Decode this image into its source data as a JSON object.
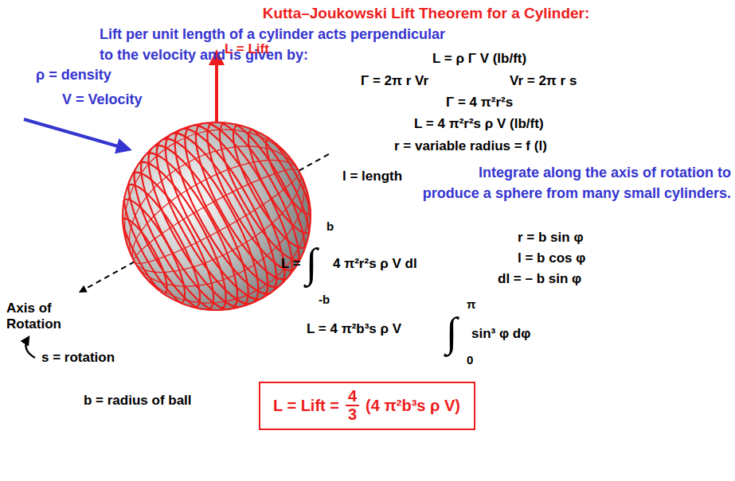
{
  "diagram": {
    "title": "Kutta–Joukowski Lift Theorem for a Cylinder:",
    "nodes": [
      {
        "text": [
          "L = Lift =",
          "4",
          "3",
          "(4 π²b³s ρ V)"
        ]
      }
    ],
    "labels": [
      "Lift per unit length of a cylinder acts perpendicular to the velocity and is given by:",
      "L = ρ Γ V (lb/ft)",
      "L = Lift",
      "ρ = density",
      "V = Velocity",
      "l = length",
      "Γ = 2π r Vr",
      "Vr = 2π r s",
      "Γ = 4 π²r²s",
      "L = 4 π²r²s ρ V (lb/ft)",
      "r = variable radius = f (l)",
      "Integrate along the axis of rotation to produce a sphere from many small cylinders.",
      "Axis of Rotation",
      "L =",
      "∫",
      "b",
      "-b",
      "4 π²r²s ρ V dl",
      "r = b sin φ",
      "l = b cos φ",
      "dl = – b sin φ",
      "s = rotation",
      "b = radius of ball",
      "L = 4 π²b³s ρ V",
      "∫",
      "π",
      "0",
      "sin³ φ dφ"
    ]
  }
}
